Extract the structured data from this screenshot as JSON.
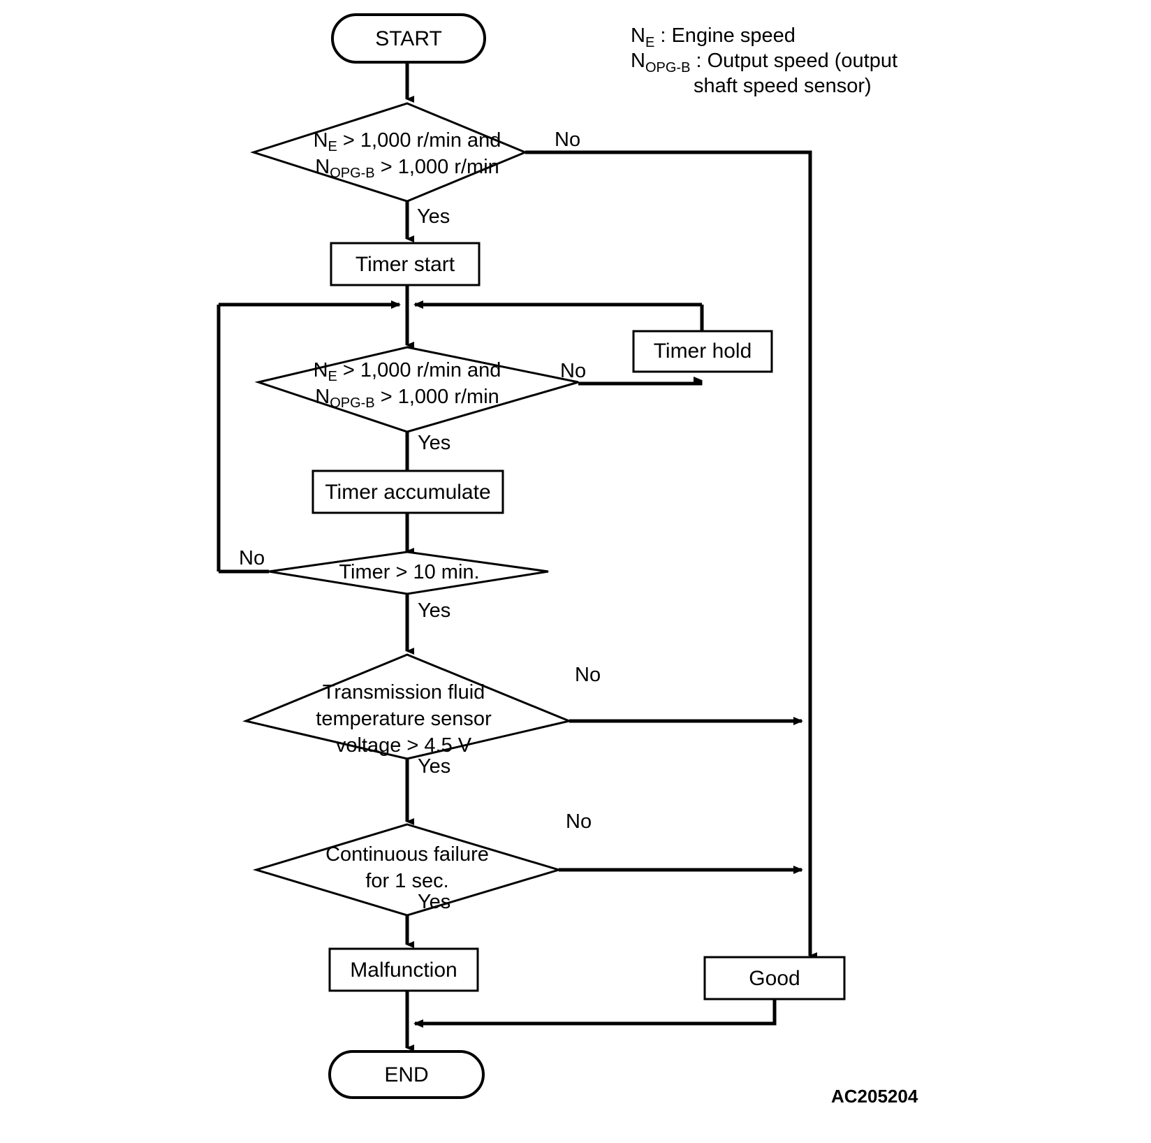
{
  "diagram": {
    "title_code": "AC205204",
    "legend": [
      {
        "symbol": "N",
        "subscript": "E",
        "separator": ":",
        "text": "Engine speed"
      },
      {
        "symbol": "N",
        "subscript": "OPG-B",
        "separator": ":",
        "text": "Output speed (output"
      },
      {
        "symbol": "",
        "subscript": "",
        "separator": "",
        "text": "shaft speed sensor)"
      }
    ],
    "nodes": {
      "start": {
        "label": "START",
        "type": "terminator"
      },
      "decision1": {
        "type": "decision",
        "line1_pre": "N",
        "line1_sub": "E",
        "line1_post": " > 1,000 r/min and",
        "line2_pre": "N",
        "line2_sub": "OPG-B",
        "line2_post": " > 1,000 r/min"
      },
      "timer_start": {
        "label": "Timer start",
        "type": "process"
      },
      "decision2": {
        "type": "decision",
        "line1_pre": "N",
        "line1_sub": "E",
        "line1_post": " > 1,000 r/min and",
        "line2_pre": "N",
        "line2_sub": "OPG-B",
        "line2_post": " > 1,000 r/min"
      },
      "timer_hold": {
        "label": "Timer hold",
        "type": "process"
      },
      "timer_accumulate": {
        "label": "Timer accumulate",
        "type": "process"
      },
      "decision3": {
        "type": "decision",
        "label": "Timer > 10 min."
      },
      "decision4": {
        "type": "decision",
        "line1": "Transmission fluid",
        "line2": "temperature sensor",
        "line3": "voltage > 4.5 V"
      },
      "decision5": {
        "type": "decision",
        "line1": "Continuous failure",
        "line2": "for 1 sec."
      },
      "malfunction": {
        "label": "Malfunction",
        "type": "process"
      },
      "good": {
        "label": "Good",
        "type": "process"
      },
      "end": {
        "label": "END",
        "type": "terminator"
      }
    },
    "branch_labels": {
      "d1_no": "No",
      "d1_yes": "Yes",
      "d2_no": "No",
      "d2_yes": "Yes",
      "d3_no": "No",
      "d3_yes": "Yes",
      "d4_no": "No",
      "d4_yes": "Yes",
      "d5_no": "No",
      "d5_yes": "Yes"
    },
    "colors": {
      "stroke": "#000000",
      "fill": "#ffffff",
      "text": "#000000"
    }
  }
}
